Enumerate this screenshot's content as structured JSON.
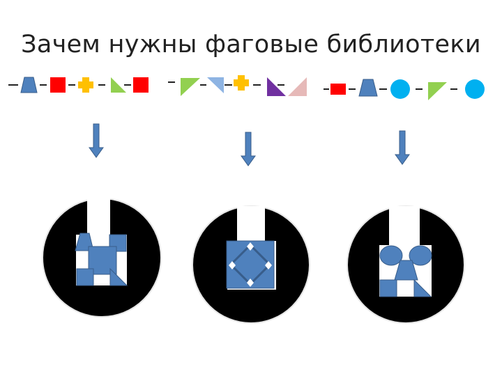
{
  "slide": {
    "title": "Зачем нужны фаговые библиотеки"
  },
  "colors": {
    "blue": "#4f81bd",
    "blue_dark": "#385d8a",
    "red": "#ff0000",
    "yellow": "#ffc000",
    "green": "#92d050",
    "light_blue": "#8eb4e3",
    "purple": "#7030a0",
    "pink": "#e6b9b8",
    "cyan": "#00b0f0",
    "black": "#000000",
    "linker": "#222222"
  },
  "libraries": [
    {
      "name": "library-1",
      "elements": [
        "trapezoid",
        "red-square",
        "yellow-cross",
        "green-triangle",
        "red-square"
      ]
    },
    {
      "name": "library-2",
      "elements": [
        "green-triangle",
        "light-blue-triangle",
        "yellow-cross",
        "purple-triangle",
        "pink-triangle"
      ]
    },
    {
      "name": "library-3",
      "elements": [
        "red-rectangle",
        "trapezoid",
        "cyan-circle",
        "green-triangle",
        "cyan-circle"
      ]
    }
  ],
  "binding_sites": [
    {
      "name": "site-1",
      "fit": [
        "trapezoid",
        "square",
        "square",
        "square",
        "triangle"
      ]
    },
    {
      "name": "site-2",
      "fit": [
        "diamond-in-square"
      ]
    },
    {
      "name": "site-3",
      "fit": [
        "circle",
        "circle",
        "trapezoid",
        "square",
        "triangle"
      ]
    }
  ]
}
